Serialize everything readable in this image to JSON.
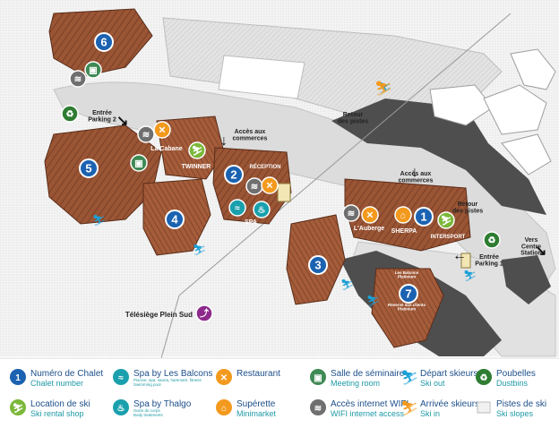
{
  "colors": {
    "chalet_blue": "#1b62b1",
    "restaurant_orange": "#f39a1e",
    "ski_rental_green": "#7bb83a",
    "spa_teal": "#1aa0ad",
    "seminar_green": "#3f8a55",
    "wifi_gray": "#6f6f6f",
    "minimarket_orange": "#f39a1e",
    "dustbin_green": "#2e7d32",
    "telesiege_purple": "#8e2a8c",
    "roof_brown": "#8b4a2c",
    "road_gray": "#d9d9d9",
    "building_gray": "#4e4e4e",
    "legend_text": "#1d4f8a"
  },
  "chalets": [
    {
      "number": "1"
    },
    {
      "number": "2"
    },
    {
      "number": "3"
    },
    {
      "number": "4"
    },
    {
      "number": "5"
    },
    {
      "number": "6"
    },
    {
      "number": "7"
    }
  ],
  "map_labels": {
    "entree_parking_2": "Entrée\nParking 2",
    "acces_commerces_1": "Accès aux\ncommerces",
    "acces_commerces_2": "Accès aux\ncommerces",
    "retour_pistes_1": "Retour\ndes pistes",
    "retour_pistes_2": "Retour\ndes pistes",
    "vers_centre_station": "Vers\nCentre\nStation",
    "entree_parking_1": "Entrée\nParking 1",
    "telesiege": "Télésiège Plein Sud",
    "la_cabane": "La Cabane",
    "twinner": "TWINNER",
    "reception": "RÉCEPTION",
    "spa": "SPA",
    "lauberge": "L'Auberge",
    "sherpa": "SHERPA",
    "intersport": "INTERSPORT",
    "les_balcons_platinium": "Les Balcons\nPlatinium",
    "reserve": "Réservé aux clients\nPlatinium"
  },
  "legend": [
    {
      "icon": "chalet-number-icon",
      "title": "Numéro de Chalet",
      "subtitle": "Chalet number"
    },
    {
      "icon": "spa-balcons-icon",
      "title": "Spa by Les Balcons",
      "subtitle": "Piscine, spa, sauna, hammam, fitness",
      "subtitle2": "Swimming pool"
    },
    {
      "icon": "restaurant-icon",
      "title": "Restaurant",
      "subtitle": ""
    },
    {
      "icon": "seminar-icon",
      "title": "Salle de séminaire",
      "subtitle": "Meeting room"
    },
    {
      "icon": "ski-out-icon",
      "title": "Départ skieurs",
      "subtitle": "Ski out"
    },
    {
      "icon": "dustbin-icon",
      "title": "Poubelles",
      "subtitle": "Dustbins"
    },
    {
      "icon": "ski-rental-icon",
      "title": "Location de ski",
      "subtitle": "Ski rental shop"
    },
    {
      "icon": "spa-thalgo-icon",
      "title": "Spa by Thalgo",
      "subtitle": "Soins du corps",
      "subtitle2": "Body treatments"
    },
    {
      "icon": "minimarket-icon",
      "title": "Supérette",
      "subtitle": "Minimarket"
    },
    {
      "icon": "wifi-icon",
      "title": "Accès internet WIFI",
      "subtitle": "WIFI internet access"
    },
    {
      "icon": "ski-in-icon",
      "title": "Arrivée skieurs",
      "subtitle": "Ski in"
    },
    {
      "icon": "ski-slopes-icon",
      "title": "Pistes de ski",
      "subtitle": "Ski slopes"
    }
  ]
}
